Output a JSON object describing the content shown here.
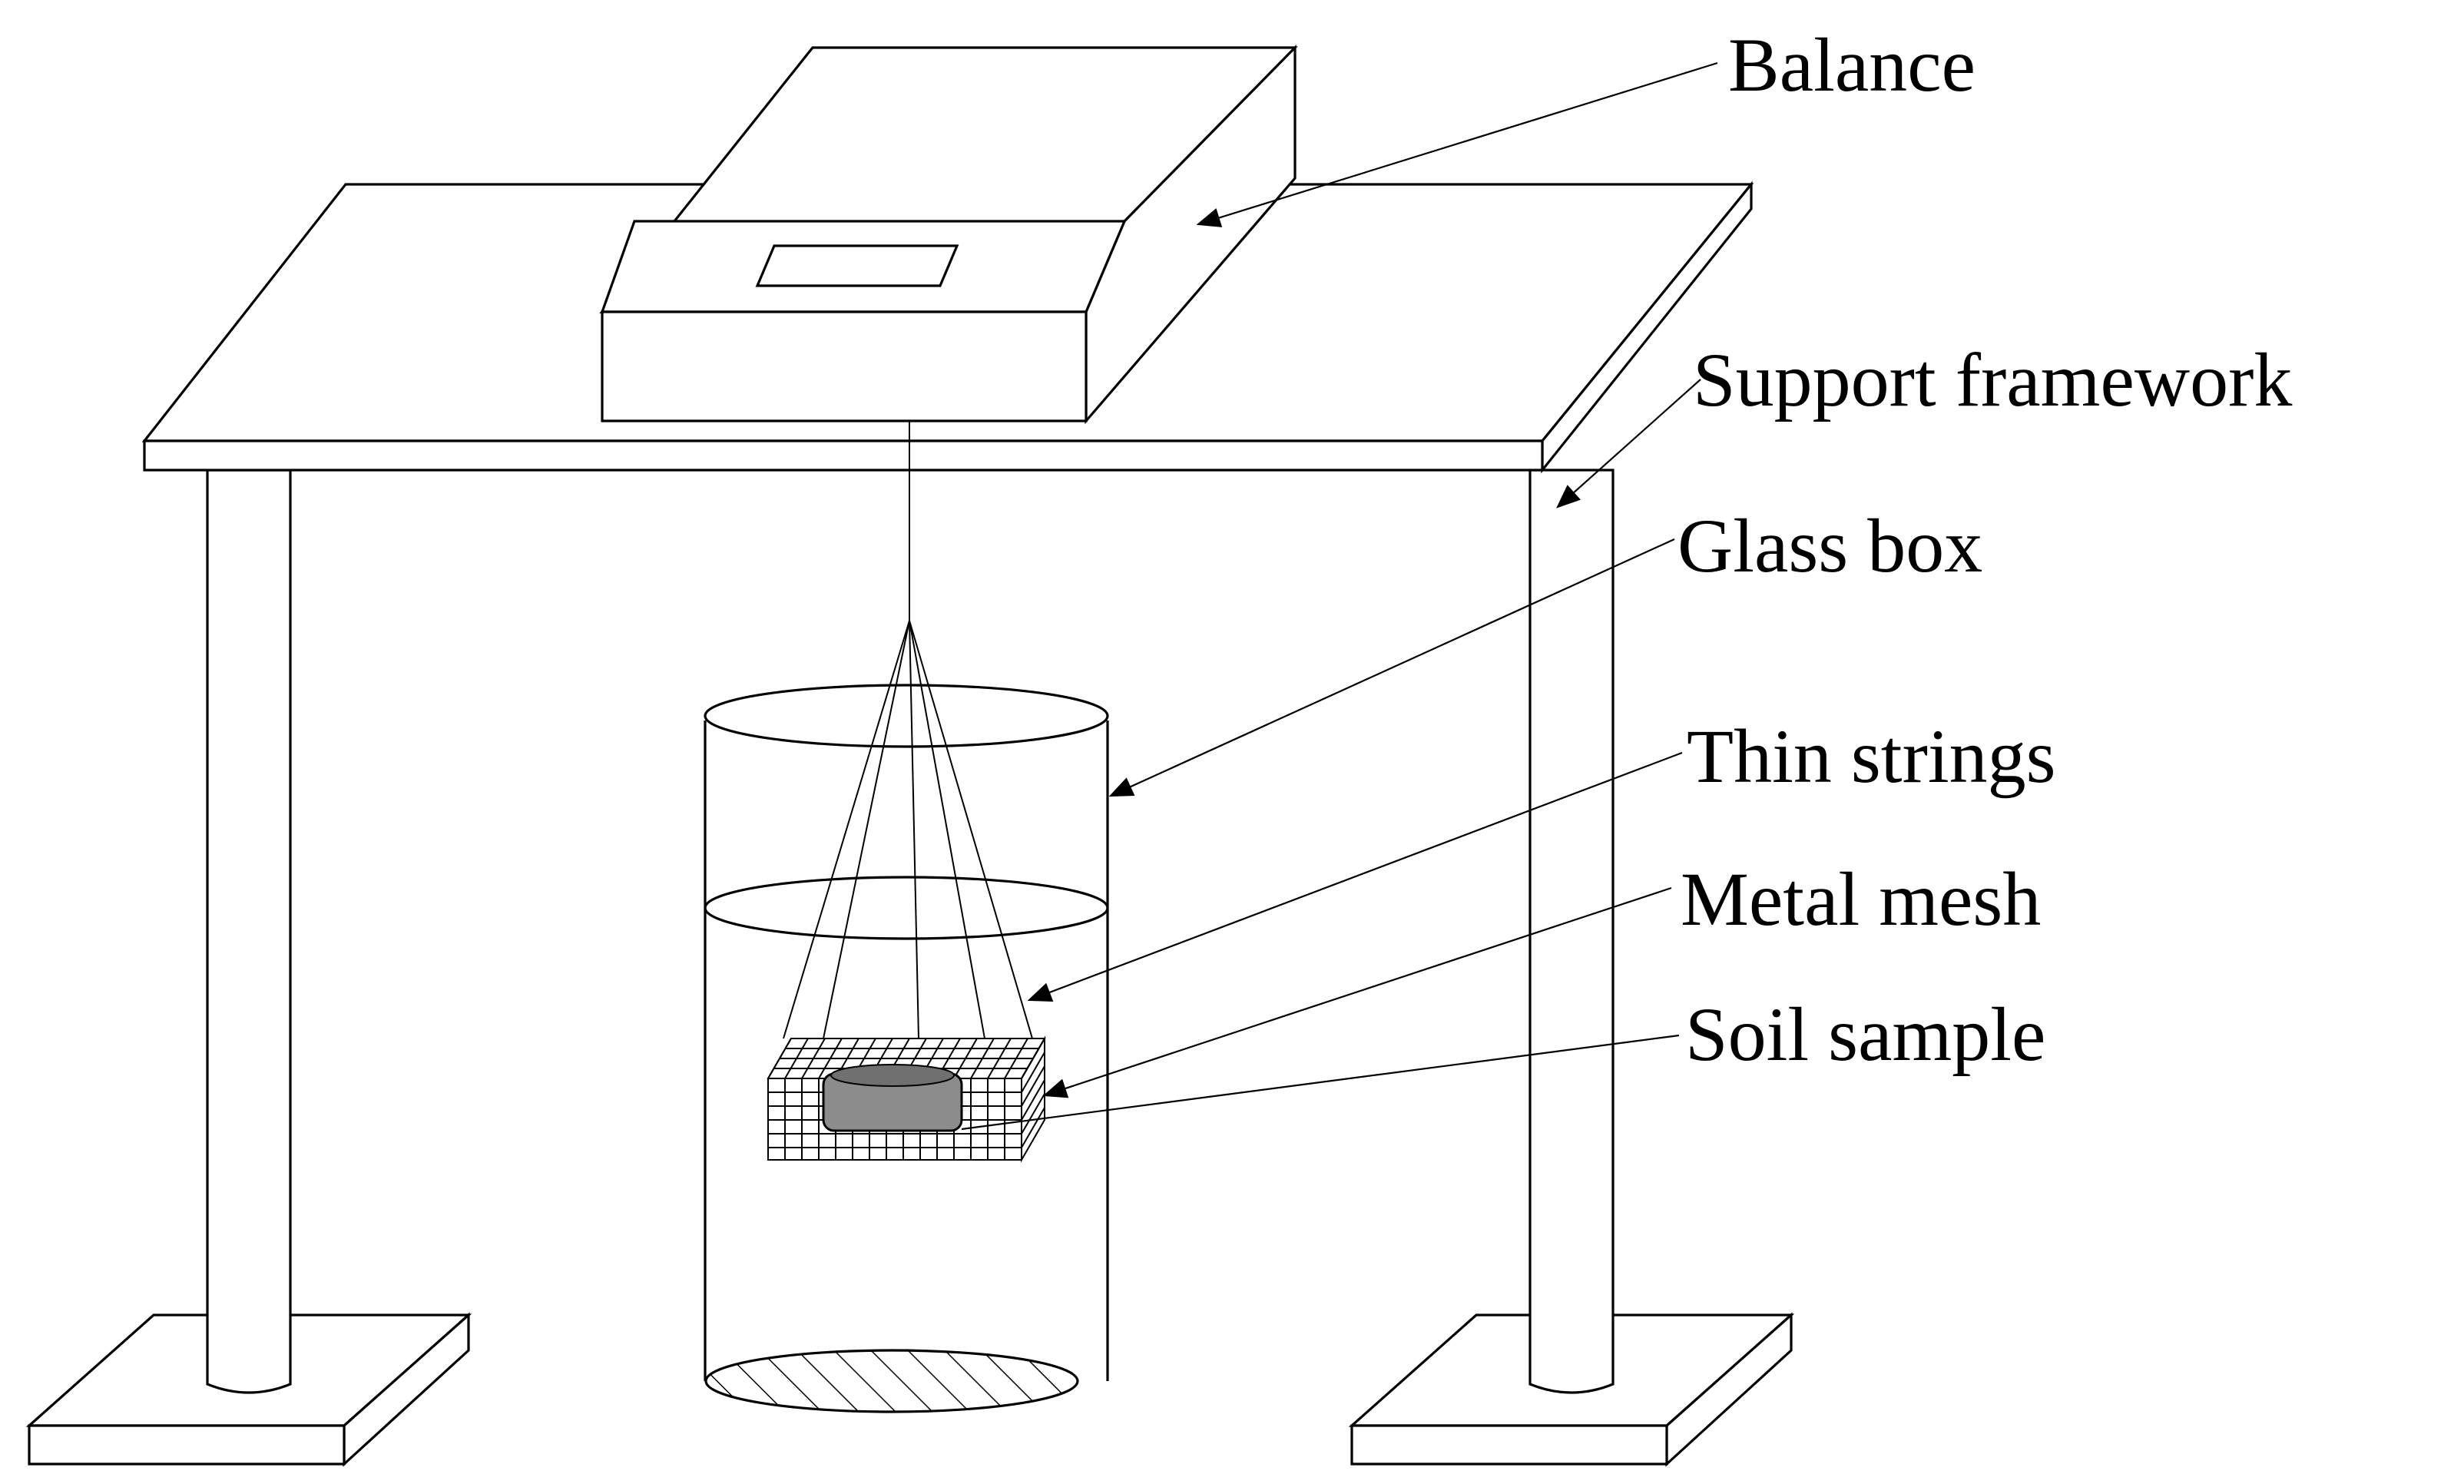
{
  "diagram": {
    "labels": {
      "balance": "Balance",
      "support_framework": "Support framework",
      "glass_box": "Glass box",
      "thin_strings": "Thin strings",
      "metal_mesh": "Metal mesh",
      "soil_sample": "Soil sample"
    },
    "colors": {
      "line": "#000000",
      "background": "#ffffff",
      "soil_fill": "#8c8c8c"
    },
    "icons": {
      "arrowhead": "filled-triangle-arrow",
      "hatch": "diagonal-hatch"
    }
  }
}
